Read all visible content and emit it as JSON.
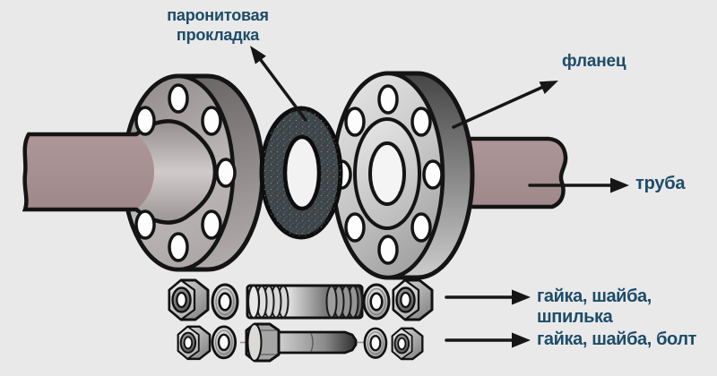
{
  "diagram": {
    "labels": {
      "gasket": "паронитовая\nпрокладка",
      "flange": "фланец",
      "pipe": "труба",
      "stud_row": "гайка, шайба, шпилька",
      "bolt_row": "гайка, шайба, болт"
    },
    "colors": {
      "background": "#e9e9e9",
      "label_text": "#1d4c68",
      "outline": "#141414",
      "pipe": "#a68f90",
      "gasket": "#3d4549",
      "flange_light": "#d8d8d8",
      "flange_dark": "#5a5a5a",
      "metal_light": "#efefef",
      "metal_dark": "#4a4a4a"
    }
  }
}
